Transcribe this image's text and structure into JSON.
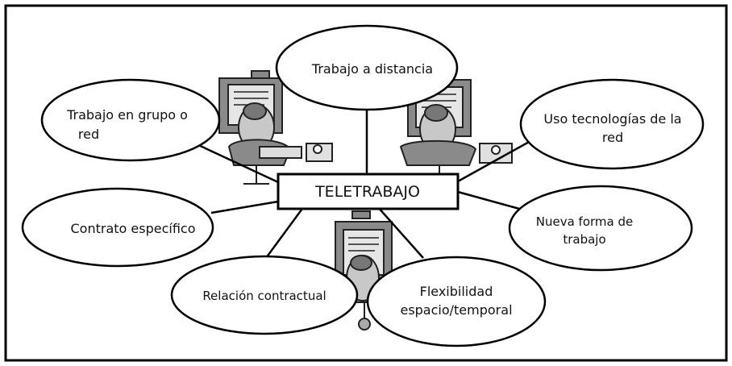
{
  "diagram": {
    "center_label": "TELETRABAJO",
    "nodes": [
      {
        "id": "trabajo-a-distancia",
        "lines": [
          "Trabajo a distancia"
        ]
      },
      {
        "id": "trabajo-en-grupo",
        "lines": [
          "Trabajo en grupo o",
          "red"
        ]
      },
      {
        "id": "uso-tecnologias",
        "lines": [
          "Uso tecnologías de la",
          "red"
        ]
      },
      {
        "id": "contrato-especifico",
        "lines": [
          "Contrato específico"
        ]
      },
      {
        "id": "nueva-forma",
        "lines": [
          "Nueva forma de",
          "trabajo"
        ]
      },
      {
        "id": "relacion-contractual",
        "lines": [
          "Relación contractual"
        ]
      },
      {
        "id": "flexibilidad",
        "lines": [
          "Flexibilidad",
          "espacio/temporal"
        ]
      }
    ],
    "illustrations": [
      "computer-user-icon",
      "computer-user-icon",
      "computer-user-icon"
    ]
  }
}
